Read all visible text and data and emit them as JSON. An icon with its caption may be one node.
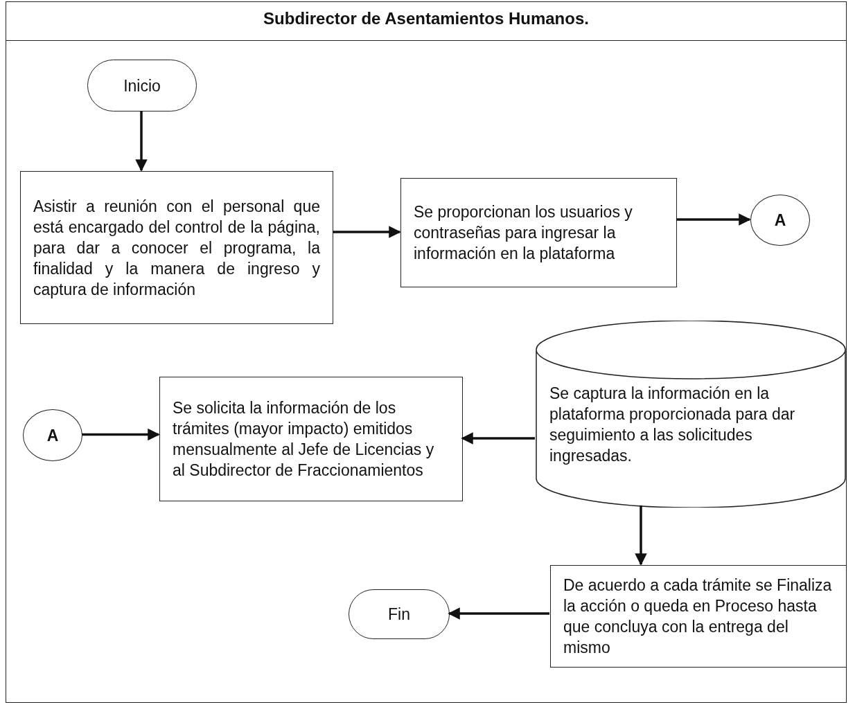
{
  "diagram": {
    "nodes": [
      {
        "text": [
          "Subdirector de Asentamientos Humanos."
        ]
      },
      {
        "text": [
          "Inicio"
        ],
        "in": 0
      },
      {
        "text": [
          "Asistir a reunión con el personal que está encargado del control de la página, para dar a conocer el programa, la finalidad y la manera de ingreso y captura de información"
        ],
        "in": 0
      },
      {
        "text": [
          "Se proporcionan los usuarios y contraseñas para ingresar la información en la plataforma"
        ],
        "in": 0
      },
      {
        "text": [
          "A"
        ],
        "in": 0
      },
      {
        "text": [
          "A"
        ],
        "in": 0
      },
      {
        "text": [
          "Se solicita la información de los trámites (mayor impacto) emitidos mensualmente al Jefe de Licencias y al Subdirector de Fraccionamientos"
        ],
        "in": 0
      },
      {
        "text": [
          "Se captura la información en la plataforma proporcionada para dar seguimiento a las solicitudes ingresadas."
        ],
        "in": 0
      },
      {
        "text": [
          "De acuerdo a cada trámite se Finaliza la acción o queda en Proceso hasta que concluya con la entrega del mismo"
        ],
        "in": 0
      },
      {
        "text": [
          "Fin"
        ],
        "in": 0
      }
    ],
    "edges": [
      {
        "from": 1,
        "to": 2,
        "arrow": "to"
      },
      {
        "from": 2,
        "to": 3,
        "arrow": "to"
      },
      {
        "from": 3,
        "to": 4,
        "arrow": "to"
      },
      {
        "from": 5,
        "to": 6,
        "arrow": "to"
      },
      {
        "from": 7,
        "to": 6,
        "arrow": "to"
      },
      {
        "from": 7,
        "to": 8,
        "arrow": "to"
      },
      {
        "from": 8,
        "to": 9,
        "arrow": "to"
      }
    ]
  }
}
